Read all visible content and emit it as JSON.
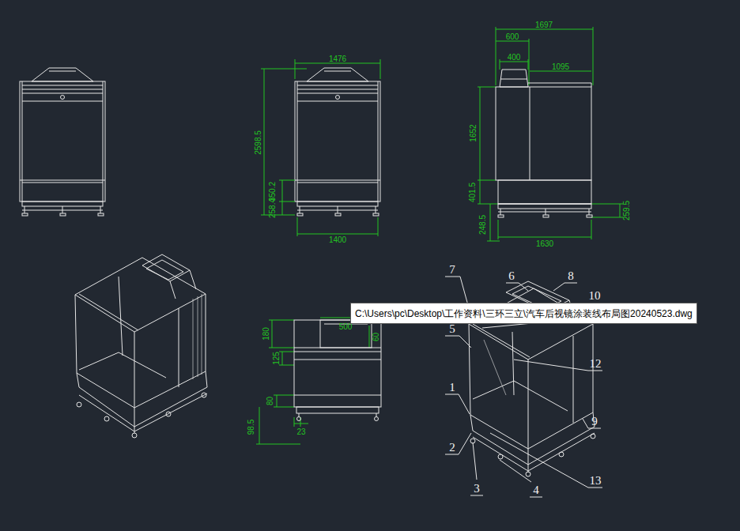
{
  "diagram": {
    "nodes": [
      {
        "text": [
          "C:\\Users\\pc\\Desktop\\工作资料\\三环三立\\汽车后视镜涂装线布局图20240523.dwg"
        ]
      }
    ],
    "labels": [
      "1476",
      "2598.5",
      "350.2",
      "258.4",
      "1400",
      "1697",
      "600",
      "400",
      "1095",
      "1652",
      "401.5",
      "248.5",
      "259.5",
      "1630",
      "500",
      "60",
      "180",
      "125",
      "80",
      "23",
      "98.5",
      "7",
      "6",
      "8",
      "10",
      "5",
      "12",
      "1",
      "9",
      "2",
      "13",
      "3",
      "4"
    ]
  }
}
